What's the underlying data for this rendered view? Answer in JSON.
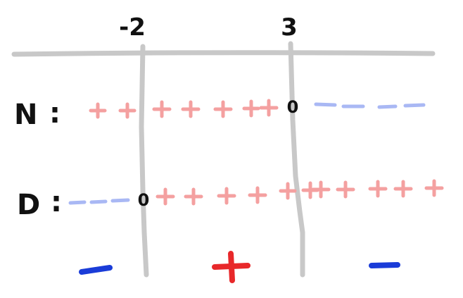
{
  "critical_points": {
    "left": "-2",
    "right": "3"
  },
  "rows": {
    "numerator": {
      "label": "N",
      "separator": ":",
      "zero_marker": "0",
      "signs": {
        "before_left": "+",
        "between": "+",
        "after_right": "-"
      }
    },
    "denominator": {
      "label": "D",
      "separator": ":",
      "zero_marker": "0",
      "signs": {
        "before_left": "-",
        "between": "+",
        "after_right": "+"
      }
    }
  },
  "result_signs": {
    "before_left": "-",
    "between": "+",
    "after_right": "-"
  },
  "colors": {
    "grid": "#c8c8c8",
    "positive_row": "#f4a0a0",
    "negative_row": "#a9b8f4",
    "positive_result": "#e8282a",
    "negative_result": "#1a3cd8"
  }
}
